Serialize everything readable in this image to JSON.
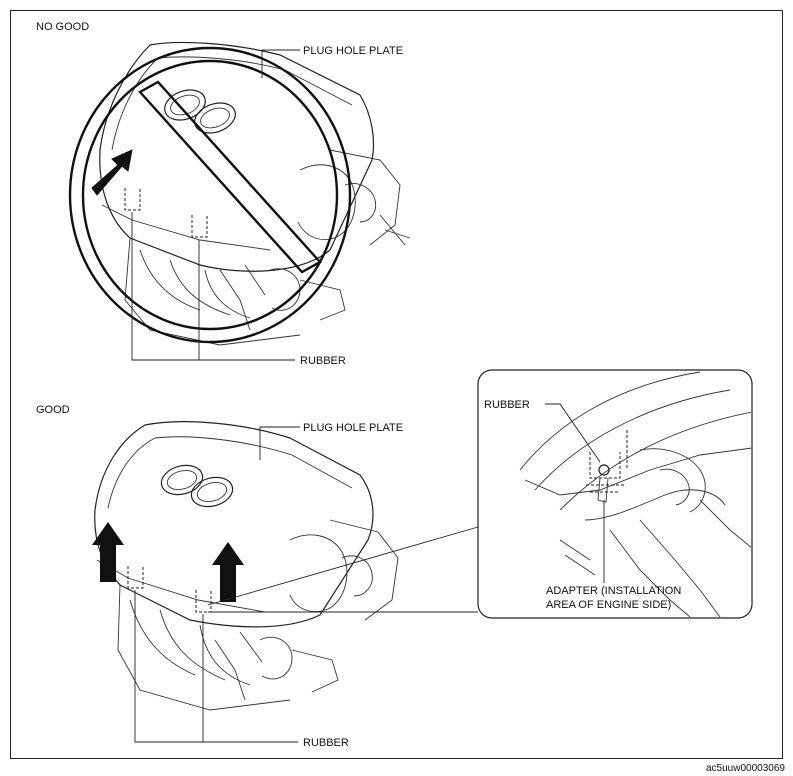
{
  "panels": {
    "bad": {
      "heading": "NO GOOD",
      "plate_label": "PLUG HOLE PLATE",
      "rubber_label": "RUBBER"
    },
    "good": {
      "heading": "GOOD",
      "plate_label": "PLUG HOLE PLATE",
      "rubber_label": "RUBBER"
    }
  },
  "detail": {
    "rubber_label": "RUBBER",
    "adapter_label_line1": "ADAPTER (INSTALLATION",
    "adapter_label_line2": "AREA OF ENGINE SIDE)"
  },
  "reference_code": "ac5uuw00003069"
}
